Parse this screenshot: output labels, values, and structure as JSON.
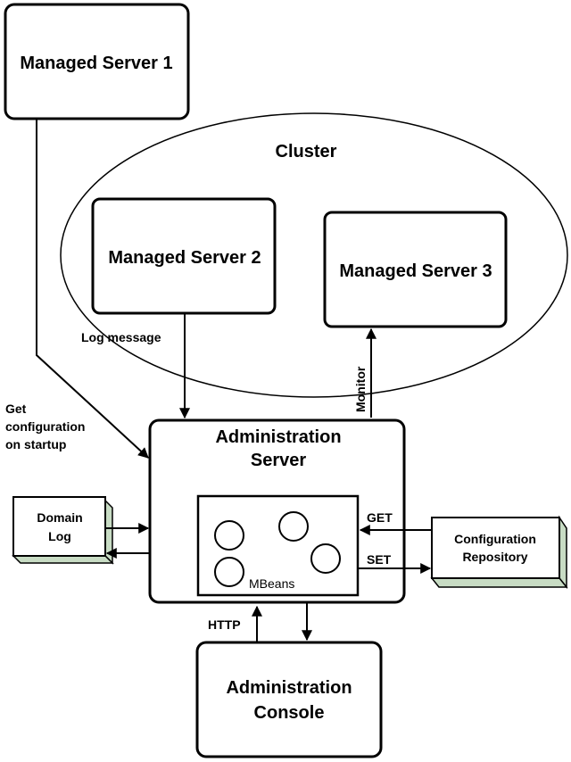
{
  "diagram": {
    "cluster": {
      "label": "Cluster"
    },
    "nodes": {
      "managed_server_1": "Managed Server 1",
      "managed_server_2": "Managed Server 2",
      "managed_server_3": "Managed Server 3",
      "admin_server": {
        "line1": "Administration",
        "line2": "Server"
      },
      "mbeans": "MBeans",
      "domain_log": {
        "line1": "Domain",
        "line2": "Log"
      },
      "config_repo": {
        "line1": "Configuration",
        "line2": "Repository"
      },
      "admin_console": {
        "line1": "Administration",
        "line2": "Console"
      }
    },
    "edges": {
      "log_message": "Log message",
      "monitor": "Monitor",
      "get_config": {
        "line1": "Get",
        "line2": "configuration",
        "line3": "on startup"
      },
      "get": "GET",
      "set": "SET",
      "http": "HTTP"
    },
    "colors": {
      "store_side": "#c8dcc4",
      "stroke": "#000000"
    }
  }
}
